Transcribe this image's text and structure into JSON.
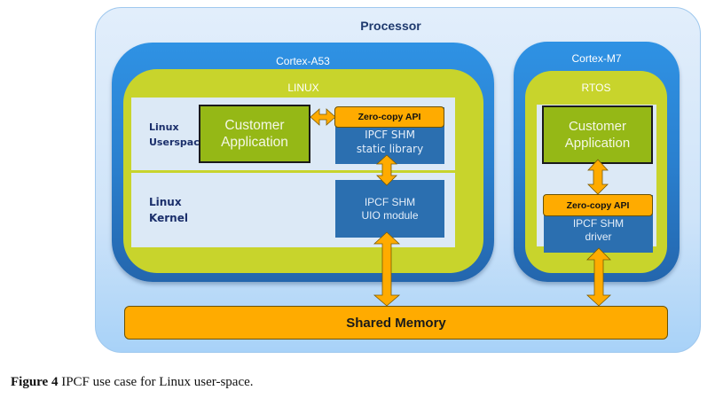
{
  "processor": {
    "title": "Processor"
  },
  "cortex_a53": {
    "label": "Cortex-A53",
    "os": {
      "label": "LINUX",
      "userspace_label_line1": "Linux",
      "userspace_label_line2": "Userspace",
      "kernel_label_line1": "Linux",
      "kernel_label_line2": "Kernel",
      "customer_app_line1": "Customer",
      "customer_app_line2": "Application",
      "zero_copy_api": "Zero-copy API",
      "static_lib_line1": "IPCF SHM",
      "static_lib_line2": "static library",
      "uio_line1": "IPCF SHM",
      "uio_line2": "UIO module"
    }
  },
  "cortex_m7": {
    "label": "Cortex-M7",
    "os": {
      "label": "RTOS",
      "customer_app_line1": "Customer",
      "customer_app_line2": "Application",
      "zero_copy_api": "Zero-copy API",
      "driver_line1": "IPCF SHM",
      "driver_line2": "driver"
    }
  },
  "shared_memory": {
    "label": "Shared Memory"
  },
  "caption": {
    "prefix": "Figure 4",
    "text": " IPCF use case for Linux user-space."
  },
  "colors": {
    "processor_bg": "#cfe4f9",
    "core_blue": "#2a80cf",
    "os_green": "#c8d42c",
    "app_green": "#95b816",
    "ipcf_blue": "#2b6fb0",
    "api_orange": "#ffab00",
    "label_navy": "#1b2f6b"
  }
}
